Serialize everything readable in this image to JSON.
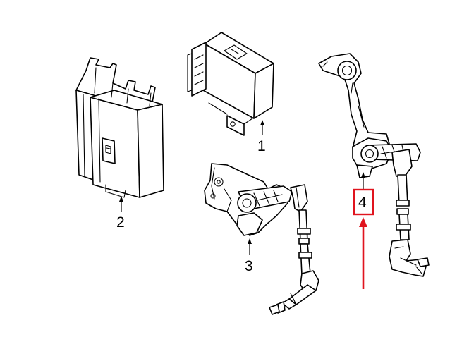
{
  "callouts": [
    {
      "label": "1",
      "part": "control-module"
    },
    {
      "label": "2",
      "part": "bracket-module"
    },
    {
      "label": "3",
      "part": "front-level-sensor"
    },
    {
      "label": "4",
      "part": "rear-level-sensor"
    }
  ],
  "highlight": {
    "callout": "4",
    "color": "#e0141e"
  }
}
